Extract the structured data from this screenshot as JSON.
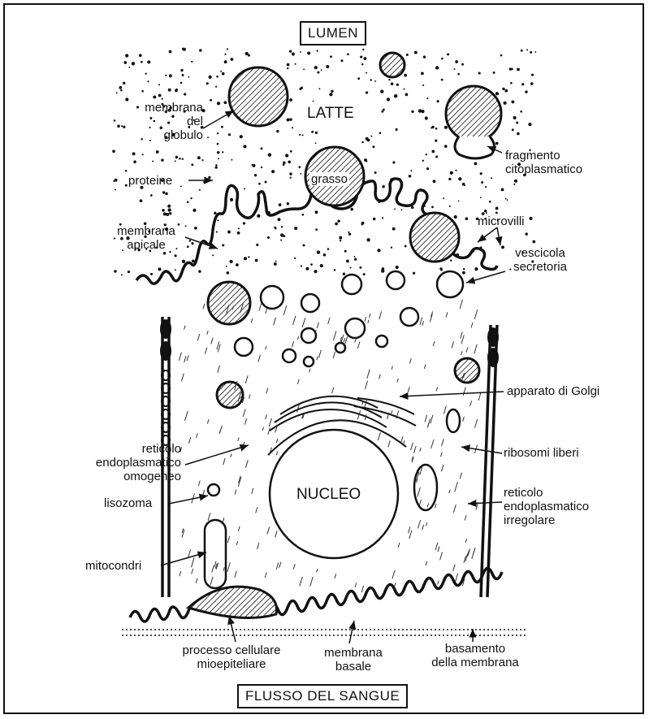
{
  "title_top": "LUMEN",
  "title_bottom": "FLUSSO DEL SANGUE",
  "in_diagram": {
    "milk": "LATTE",
    "fat": "grasso",
    "nucleus": "NUCLEO"
  },
  "labels": {
    "globule_membrane": [
      "membrana",
      "del",
      "globulo"
    ],
    "proteins": "proteine",
    "apical_membrane": [
      "membrana",
      "apicale"
    ],
    "cytoplasmic_fragment": [
      "fragmento",
      "citoplasmatico"
    ],
    "microvilli": "microvilli",
    "secretory_vesicle": [
      "vescicola",
      "secretoria"
    ],
    "golgi": "apparato di Golgi",
    "smooth_er": [
      "reticolo",
      "endoplasmatico",
      "omogeneo"
    ],
    "free_ribosomes": "ribosomi liberi",
    "lysosome": "lisozoma",
    "rough_er": [
      "reticolo",
      "endoplasmatico",
      "irregolare"
    ],
    "mitochondria": "mitocondri",
    "myoepithelial": [
      "processo cellulare",
      "mioepiteliare"
    ],
    "basal_membrane": [
      "membrana",
      "basale"
    ],
    "basement_membrane": [
      "basamento",
      "della membrana"
    ]
  }
}
